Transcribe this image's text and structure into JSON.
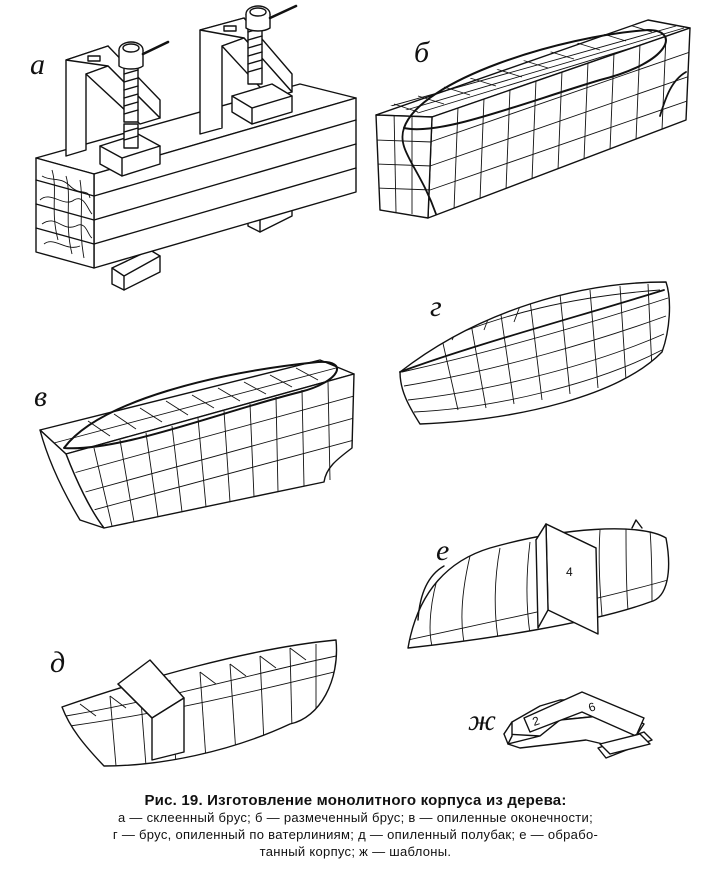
{
  "figure": {
    "panel_labels": {
      "a": "а",
      "b": "б",
      "v": "в",
      "g": "г",
      "d": "д",
      "e": "е",
      "zh": "ж"
    },
    "template_numbers": {
      "hull_template": "4",
      "template_left": "2",
      "template_right": "6"
    }
  },
  "caption": {
    "title": "Рис. 19. Изготовление монолитного корпуса из дерева:",
    "line1": "а — склеенный брус;  б — размеченный брус;  в — опиленные оконечности;",
    "line2": "г — брус, опиленный по ватерлиниям;  д — опиленный полубак;  е — обрабо-",
    "line3": "танный корпус;  ж — шаблоны."
  }
}
